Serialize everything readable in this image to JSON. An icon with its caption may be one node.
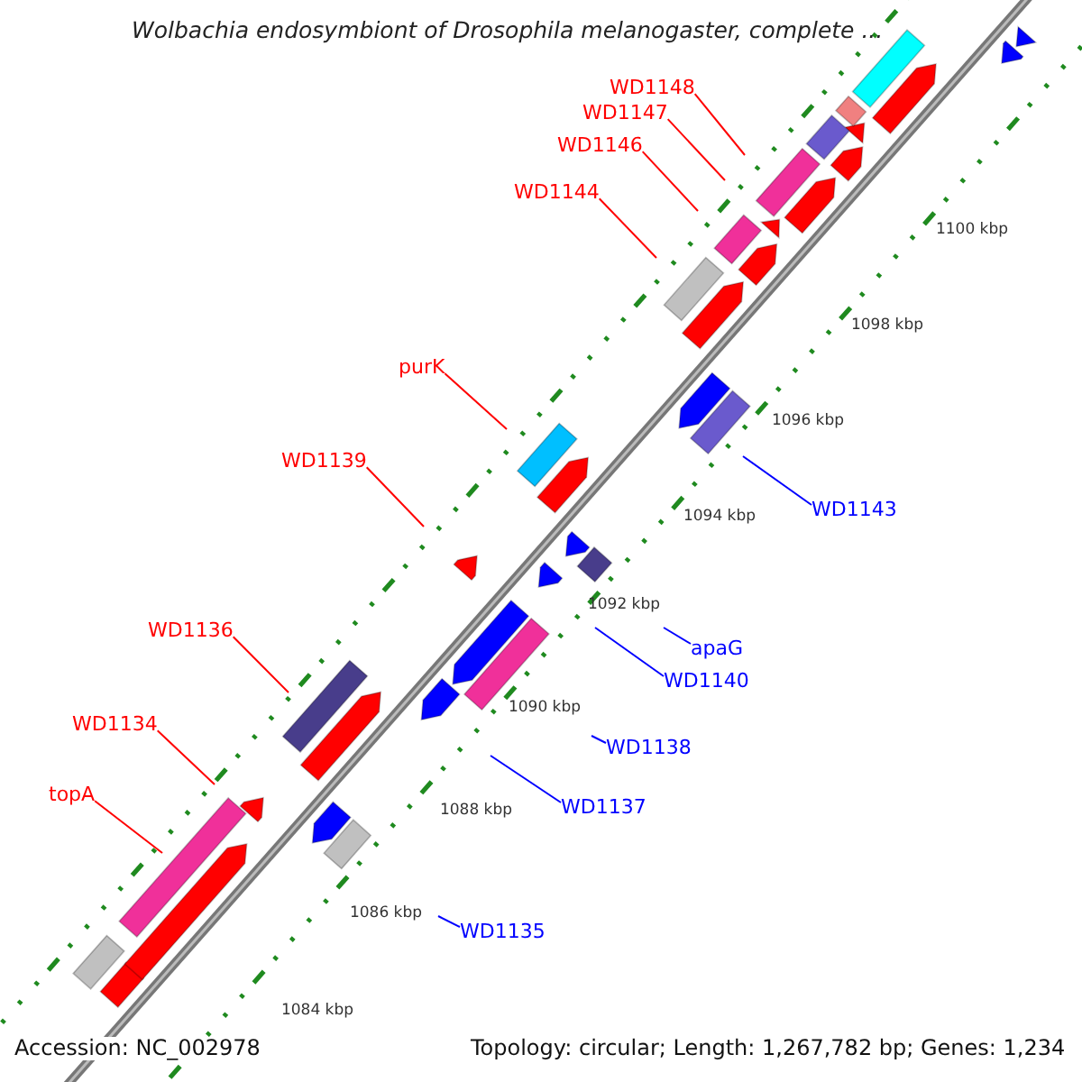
{
  "diagram": {
    "title": "Wolbachia endosymbiont of Drosophila melanogaster, complete ...",
    "nodes": [
      {
        "text": [
          "WD1148"
        ]
      },
      {
        "text": [
          "WD1147"
        ]
      },
      {
        "text": [
          "WD1146"
        ]
      },
      {
        "text": [
          "WD1144"
        ]
      },
      {
        "text": [
          "purK"
        ]
      },
      {
        "text": [
          "WD1139"
        ]
      },
      {
        "text": [
          "WD1136"
        ]
      },
      {
        "text": [
          "WD1134"
        ]
      },
      {
        "text": [
          "topA"
        ]
      },
      {
        "text": [
          "WD1143"
        ]
      },
      {
        "text": [
          "apaG"
        ]
      },
      {
        "text": [
          "WD1140"
        ]
      },
      {
        "text": [
          "WD1138"
        ]
      },
      {
        "text": [
          "WD1137"
        ]
      },
      {
        "text": [
          "WD1135"
        ]
      }
    ],
    "edges": [
      {
        "from": 0,
        "to": null,
        "arrow": "none"
      },
      {
        "from": 1,
        "to": null,
        "arrow": "none"
      },
      {
        "from": 2,
        "to": null,
        "arrow": "none"
      },
      {
        "from": 3,
        "to": null,
        "arrow": "none"
      },
      {
        "from": 4,
        "to": null,
        "arrow": "none"
      },
      {
        "from": 5,
        "to": null,
        "arrow": "none"
      },
      {
        "from": 6,
        "to": null,
        "arrow": "none"
      },
      {
        "from": 7,
        "to": null,
        "arrow": "none"
      },
      {
        "from": 8,
        "to": null,
        "arrow": "none"
      },
      {
        "from": 9,
        "to": null,
        "arrow": "none",
        "color": "#0000ff"
      },
      {
        "from": 10,
        "to": null,
        "arrow": "none",
        "color": "#0000ff"
      },
      {
        "from": 11,
        "to": null,
        "arrow": "none",
        "color": "#0000ff"
      },
      {
        "from": 12,
        "to": null,
        "arrow": "none",
        "color": "#0000ff"
      },
      {
        "from": 13,
        "to": null,
        "arrow": "none",
        "color": "#0000ff"
      },
      {
        "from": 14,
        "to": null,
        "arrow": "none",
        "color": "#0000ff"
      }
    ],
    "labels": [
      "1100 kbp",
      "1098 kbp",
      "1096 kbp",
      "1094 kbp",
      "1092 kbp",
      "1090 kbp",
      "1088 kbp",
      "1086 kbp",
      "1084 kbp",
      "Accession: NC_002978",
      "Topology: circular; Length: 1,267,782 bp; Genes: 1,234"
    ]
  }
}
